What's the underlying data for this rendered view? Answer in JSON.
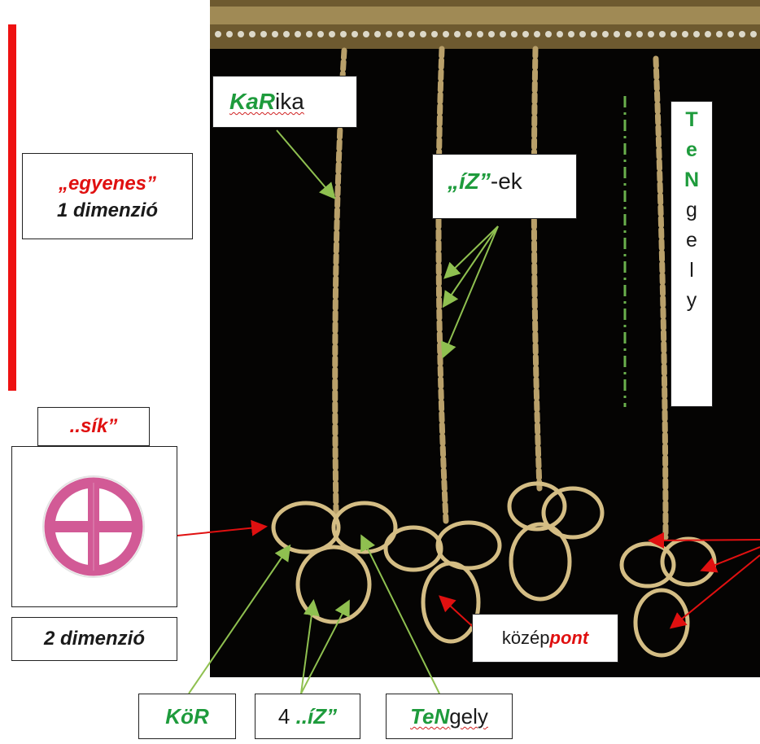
{
  "labels": {
    "line_label": "„egyenes”",
    "line_dim": "1 dimenzió",
    "plane_label": "..sík”",
    "plane_dim": "2 dimenzió",
    "karika_a": "KaR",
    "karika_b": "ika",
    "iz_a": "„íZ”",
    "iz_b": "-ek",
    "tengely_vertical": [
      {
        "ch": "T",
        "style": "green"
      },
      {
        "ch": "e",
        "style": "green"
      },
      {
        "ch": "N",
        "style": "green"
      },
      {
        "ch": "g",
        "style": "dark"
      },
      {
        "ch": "e",
        "style": "dark"
      },
      {
        "ch": "l",
        "style": "dark"
      },
      {
        "ch": "y",
        "style": "dark"
      }
    ],
    "center_a": "közép",
    "center_b": "pont",
    "kor": "KöR",
    "four_iz_num": "4 ",
    "four_iz_word": "..íZ”",
    "tengely_a": "TeN",
    "tengely_b": "gely"
  },
  "colors": {
    "green": "#1e9b3c",
    "red": "#e01010",
    "arrow_green": "#8fc050",
    "arrow_red": "#e01010",
    "pink": "#d25a96",
    "gold": "#c9b27a",
    "photo_bg": "#050403"
  }
}
